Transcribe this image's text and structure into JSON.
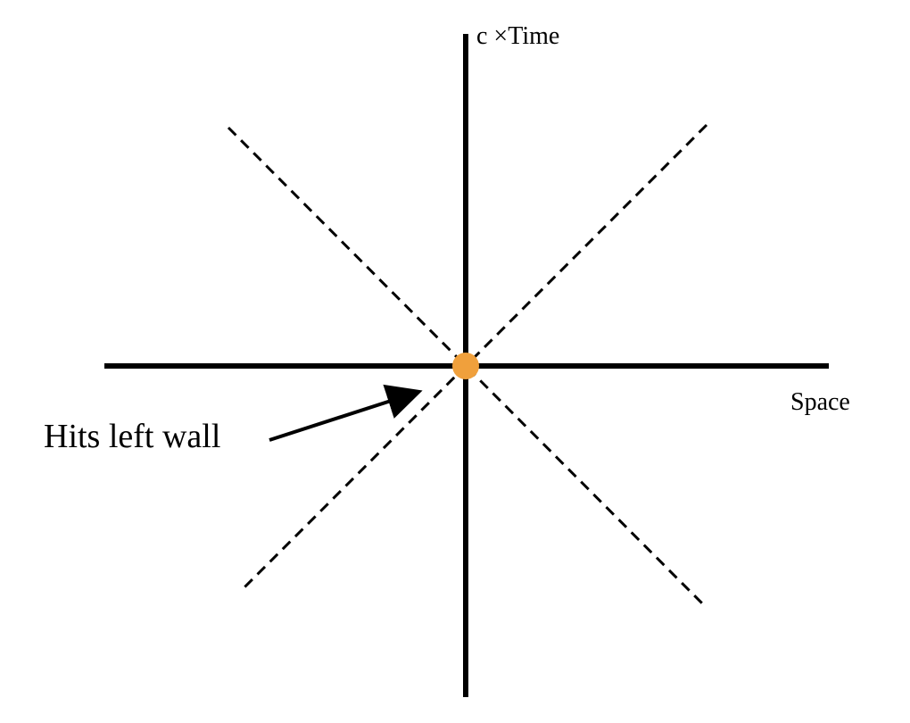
{
  "diagram": {
    "axis_labels": {
      "time": "c ×Time",
      "space": "Space"
    },
    "annotation": {
      "text": "Hits left wall"
    },
    "colors": {
      "axis": "#000000",
      "light_cone": "#000000",
      "event": "#f0a03c",
      "background": "#ffffff"
    },
    "elements": {
      "event_marker": "event at origin",
      "light_cone": "dashed 45° lines through origin",
      "arrow": "points to origin event"
    }
  }
}
